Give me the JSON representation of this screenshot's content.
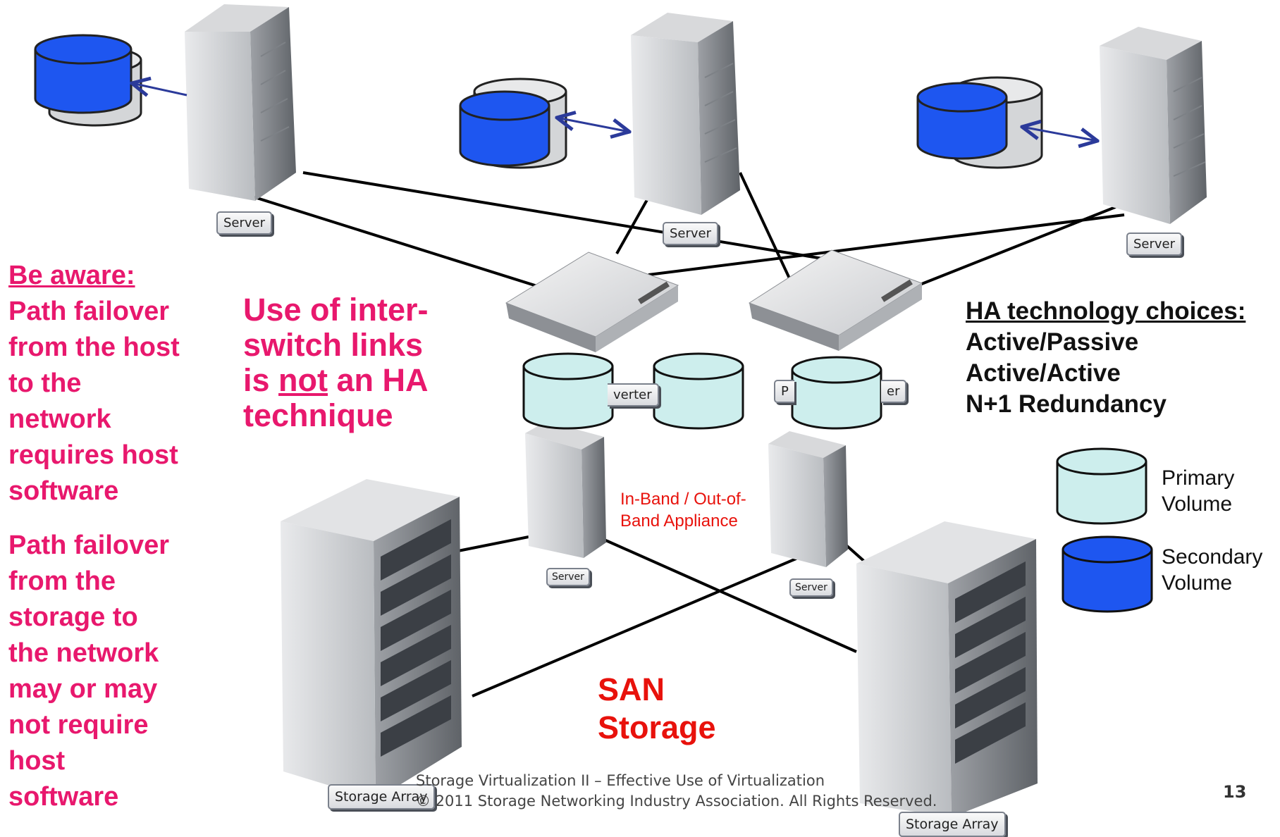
{
  "left_note": {
    "heading": "Be aware:",
    "para1": [
      "Path failover",
      "from the host",
      "to the",
      "network",
      "requires host",
      "software"
    ],
    "para2": [
      "Path failover",
      "from the",
      "storage to",
      "the network",
      "may or may",
      "not require",
      "host",
      "software"
    ]
  },
  "isl_note": {
    "line1": "Use of inter-",
    "line2": "switch links",
    "line3_not": "not",
    "line3_rest": " an HA",
    "line3_pre": "is ",
    "line4": "technique"
  },
  "ha": {
    "heading": "HA technology choices:",
    "choices": [
      "Active/Passive",
      "Active/Active",
      "N+1 Redundancy"
    ]
  },
  "legend": {
    "primary": [
      "Primary",
      "Volume"
    ],
    "secondary": [
      "Secondary",
      "Volume"
    ],
    "primary_color": "#cdeeed",
    "secondary_color": "#1e56f0"
  },
  "appliance_label": [
    "In-Band / Out-of-",
    "Band Appliance"
  ],
  "san_label": [
    "SAN",
    "Storage"
  ],
  "tags": {
    "server": "Server",
    "storage_array": "Storage Array",
    "converter_partial": "verter",
    "p_partial": "P",
    "er_partial": "er"
  },
  "footer": {
    "line1": "Storage Virtualization II – Effective Use of Virtualization",
    "line2": "© 2011 Storage Networking Industry Association. All Rights Reserved."
  },
  "page_number": "13",
  "colors": {
    "accent_pink": "#e8186d",
    "accent_red": "#e8120c",
    "link_arrow": "#2b3a9a"
  }
}
